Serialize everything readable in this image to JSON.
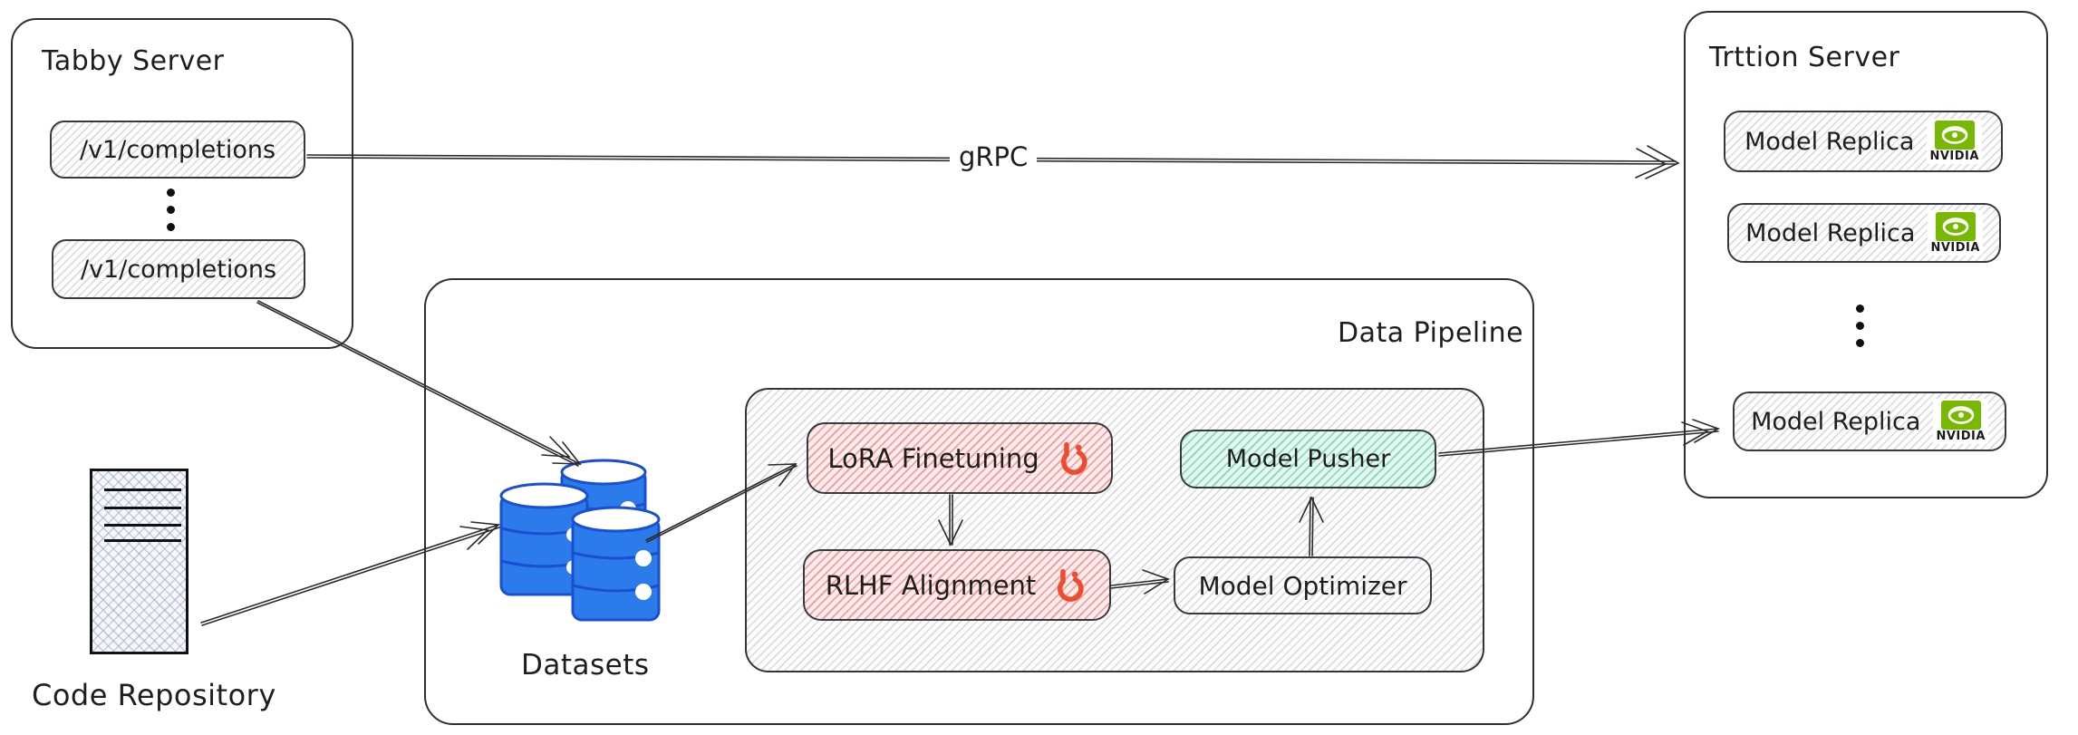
{
  "nodes": {
    "tabby_server": {
      "title": "Tabby Server",
      "endpoints": [
        "/v1/completions",
        "/v1/completions"
      ]
    },
    "code_repository": {
      "label": "Code Repository"
    },
    "datasets": {
      "label": "Datasets"
    },
    "data_pipeline": {
      "title": "Data Pipeline",
      "lora": {
        "label": "LoRA Finetuning",
        "icon": "pytorch-icon"
      },
      "rlhf": {
        "label": "RLHF Alignment",
        "icon": "pytorch-icon"
      },
      "model_pusher": {
        "label": "Model Pusher"
      },
      "model_optimizer": {
        "label": "Model Optimizer"
      }
    },
    "triton_server": {
      "title": "Trttion Server",
      "replicas": [
        "Model Replica",
        "Model Replica",
        "Model Replica"
      ],
      "gpu_brand": "NVIDIA"
    }
  },
  "edges": [
    {
      "from": "tabby_server.endpoint_1",
      "to": "triton_server.replica_1",
      "label": "gRPC"
    },
    {
      "from": "tabby_server.endpoint_2",
      "to": "datasets",
      "label": ""
    },
    {
      "from": "code_repository",
      "to": "datasets",
      "label": ""
    },
    {
      "from": "datasets",
      "to": "data_pipeline.lora",
      "label": ""
    },
    {
      "from": "data_pipeline.lora",
      "to": "data_pipeline.rlhf",
      "label": ""
    },
    {
      "from": "data_pipeline.rlhf",
      "to": "data_pipeline.model_optimizer",
      "label": ""
    },
    {
      "from": "data_pipeline.model_optimizer",
      "to": "data_pipeline.model_pusher",
      "label": ""
    },
    {
      "from": "data_pipeline.model_pusher",
      "to": "triton_server.replica_3",
      "label": ""
    }
  ],
  "colors": {
    "stroke_dark": "#2b2b2b",
    "nvidia_green": "#76B900",
    "pytorch_orange": "#EE4C2C",
    "database_blue": "#2B7CEA",
    "database_blue_dark": "#1A4FD1",
    "red_node_stroke": "#E03131",
    "green_node_stroke": "#2F9E77"
  }
}
